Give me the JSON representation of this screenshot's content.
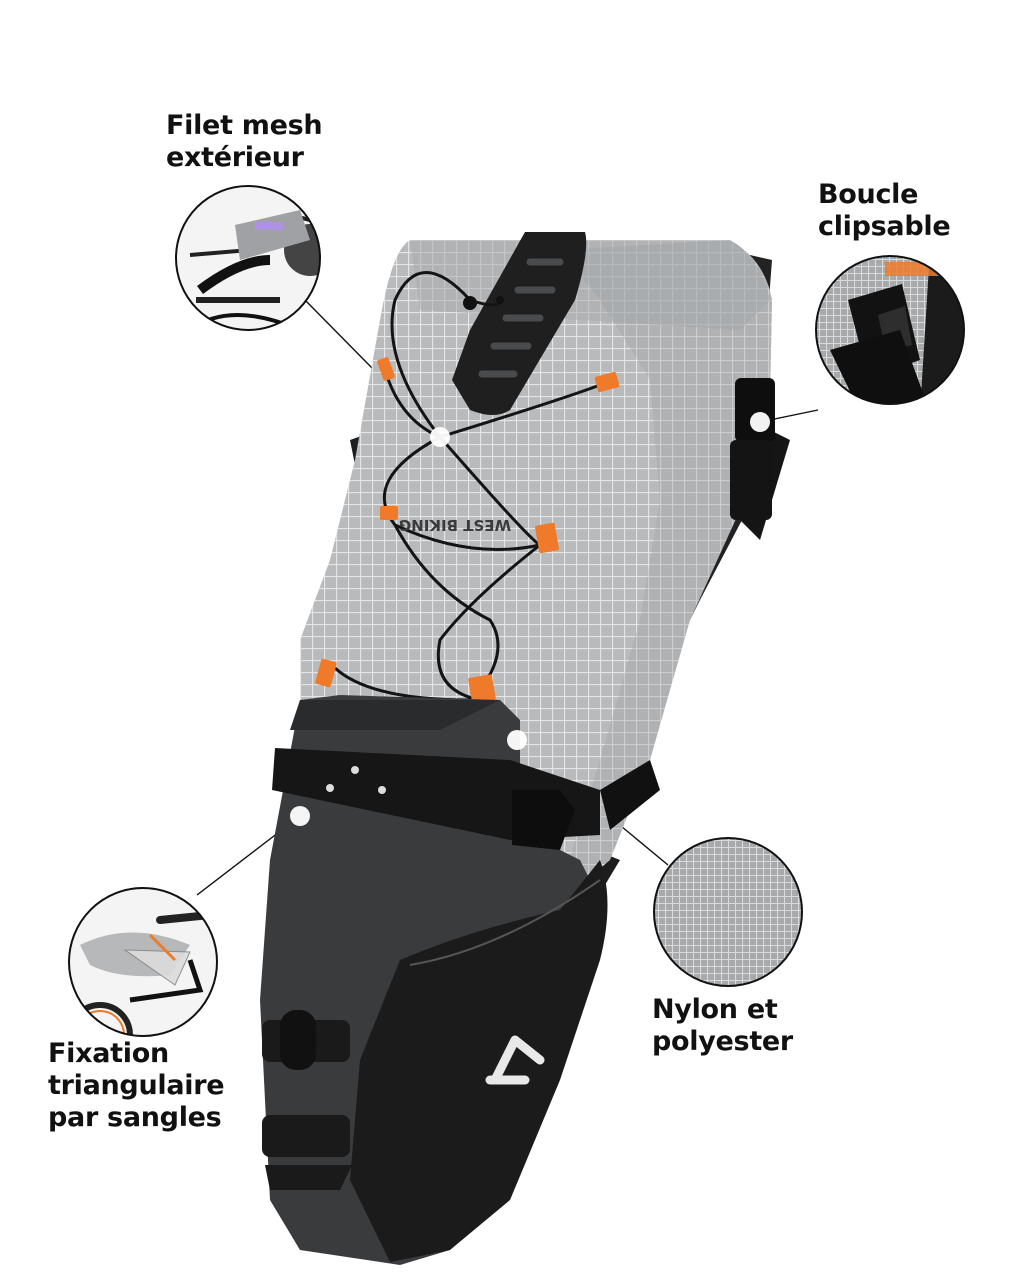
{
  "features": [
    {
      "id": "mesh",
      "lines": [
        "Filet mesh",
        "extérieur"
      ]
    },
    {
      "id": "buckle",
      "lines": [
        "Boucle",
        "clipsable"
      ]
    },
    {
      "id": "nylon",
      "lines": [
        "Nylon et",
        "polyester"
      ]
    },
    {
      "id": "fixation",
      "lines": [
        "Fixation",
        "triangulaire",
        "par sangles"
      ]
    }
  ],
  "product": {
    "brand_print": "WEST BIKING"
  },
  "colors": {
    "fabric": "#b9bbbd",
    "dark": "#2a2b2d",
    "accent": "#ee7a2a",
    "background": "#ffffff",
    "text": "#111111"
  }
}
